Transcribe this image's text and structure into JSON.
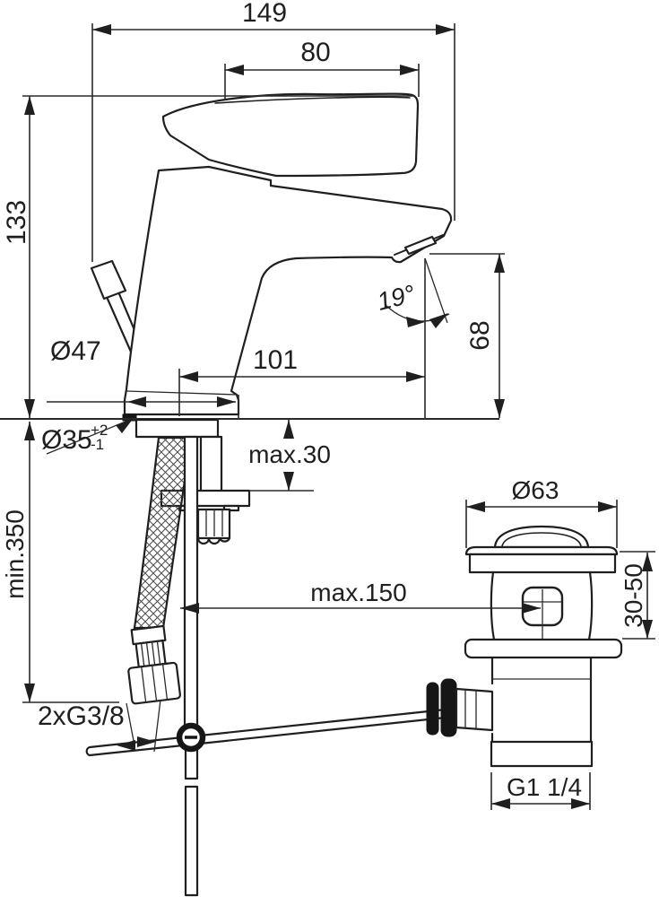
{
  "drawing": {
    "background": "#ffffff",
    "line_color": "#1f1f1f",
    "labels": {
      "total_width": "149",
      "handle_length": "80",
      "body_height": "133",
      "spout_angle": "19°",
      "spout_height": "68",
      "spout_reach": "101",
      "base_diameter": "Ø47",
      "hole_diameter": "Ø35",
      "hole_tol_plus": "+2",
      "hole_tol_minus": "-1",
      "deck_thickness": "max.30",
      "hose_length": "min.350",
      "rod_reach": "max.150",
      "waste_cap_diameter": "Ø63",
      "basin_thickness": "30-50",
      "supply_connection": "2xG3/8",
      "waste_thread": "G1 1/4"
    }
  }
}
